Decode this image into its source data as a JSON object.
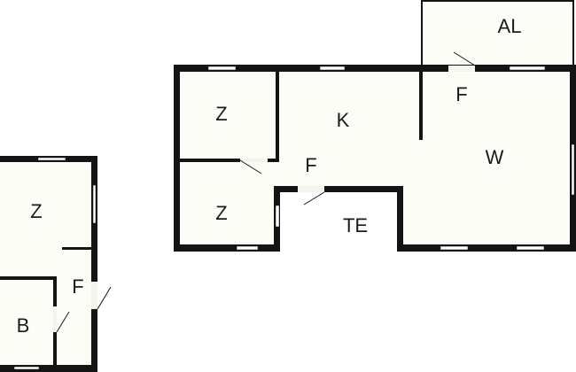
{
  "floor_plan": {
    "colors": {
      "wall": "#141414",
      "floor": "#fdfdf8",
      "window": "#ffffff"
    },
    "main_building": {
      "rooms": [
        {
          "id": "z1",
          "label": "Z"
        },
        {
          "id": "k",
          "label": "K"
        },
        {
          "id": "f1",
          "label": "F"
        },
        {
          "id": "f2",
          "label": "F"
        },
        {
          "id": "w",
          "label": "W"
        },
        {
          "id": "z2",
          "label": "Z"
        },
        {
          "id": "te",
          "label": "TE"
        },
        {
          "id": "al",
          "label": "AL"
        }
      ]
    },
    "side_building": {
      "rooms": [
        {
          "id": "z3",
          "label": "Z"
        },
        {
          "id": "f3",
          "label": "F"
        },
        {
          "id": "b",
          "label": "B"
        }
      ]
    }
  }
}
